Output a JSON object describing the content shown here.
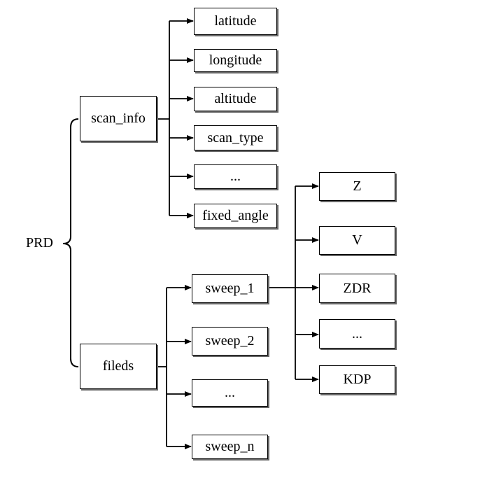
{
  "root": {
    "label": "PRD"
  },
  "scan_info": {
    "label": "scan_info",
    "children": [
      "latitude",
      "longitude",
      "altitude",
      "scan_type",
      "...",
      "fixed_angle"
    ]
  },
  "fields": {
    "label": "fileds",
    "children": [
      "sweep_1",
      "sweep_2",
      "...",
      "sweep_n"
    ]
  },
  "sweep_1_children": [
    "Z",
    "V",
    "ZDR",
    "...",
    "KDP"
  ],
  "colors": {
    "line": "#000000",
    "box_border": "#000000",
    "shadow": "#666666"
  }
}
